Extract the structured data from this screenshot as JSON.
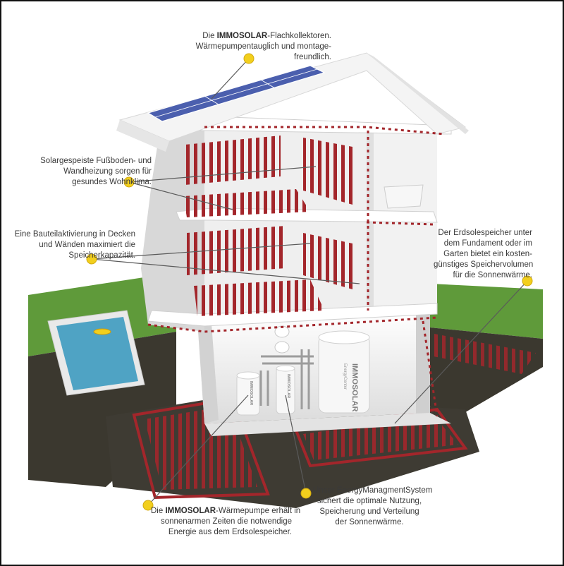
{
  "brand": "IMMOSOLAR",
  "colors": {
    "pipe": "#a3262b",
    "pipe_dark": "#7e1b1f",
    "marker": "#f2cf1d",
    "marker_edge": "#d1a90f",
    "leader": "#5a5a5a",
    "house_face": "#eeeeee",
    "house_shade": "#d2d2d2",
    "roof": "#f4f4f4",
    "solar_panel": "#4b5fae",
    "grass": "#5f9a3a",
    "soil": "#3d3a33",
    "pool_water": "#4fa3c4"
  },
  "callouts": {
    "collectors": {
      "prefix": "Die ",
      "brand": "IMMOSOLAR",
      "suffix": "-Flachkollektoren.",
      "line2": "Wärmepumpentauglich und montage-",
      "line3": "freundlich."
    },
    "floor_heating": {
      "line1": "Solargespeiste Fußboden- und",
      "line2": "Wandheizung sorgen für",
      "line3": "gesundes Wohnklima."
    },
    "core_activation": {
      "line1": "Eine Bauteilaktivierung in Decken",
      "line2": "und Wänden maximiert die",
      "line3": "Speicherkapazität."
    },
    "ground_storage": {
      "line1": "Der Erdsolespeicher unter",
      "line2": "dem Fundament oder im",
      "line3": "Garten bietet ein kosten-",
      "line4": "günstiges Speichervolumen",
      "line5": "für die Sonnenwärme."
    },
    "energy_management": {
      "line1": "Unser EnergyManagmentSystem",
      "line2": "sichert die optimale Nutzung,",
      "line3": "Speicherung und Verteilung",
      "line4": "der Sonnenwärme."
    },
    "heat_pump": {
      "prefix": "Die ",
      "brand": "IMMOSOLAR",
      "suffix": "-Wärmepumpe erhält in",
      "line2": "sonnenarmen Zeiten die notwendige",
      "line3": "Energie aus dem Erdsolespeicher."
    }
  },
  "tank_labels": {
    "main_tank": "IMMOSOLAR",
    "main_tank_sub": "EnergyCenter",
    "unit_left": "IMMOSOLAR",
    "unit_middle": "IMMOSOLAR"
  }
}
